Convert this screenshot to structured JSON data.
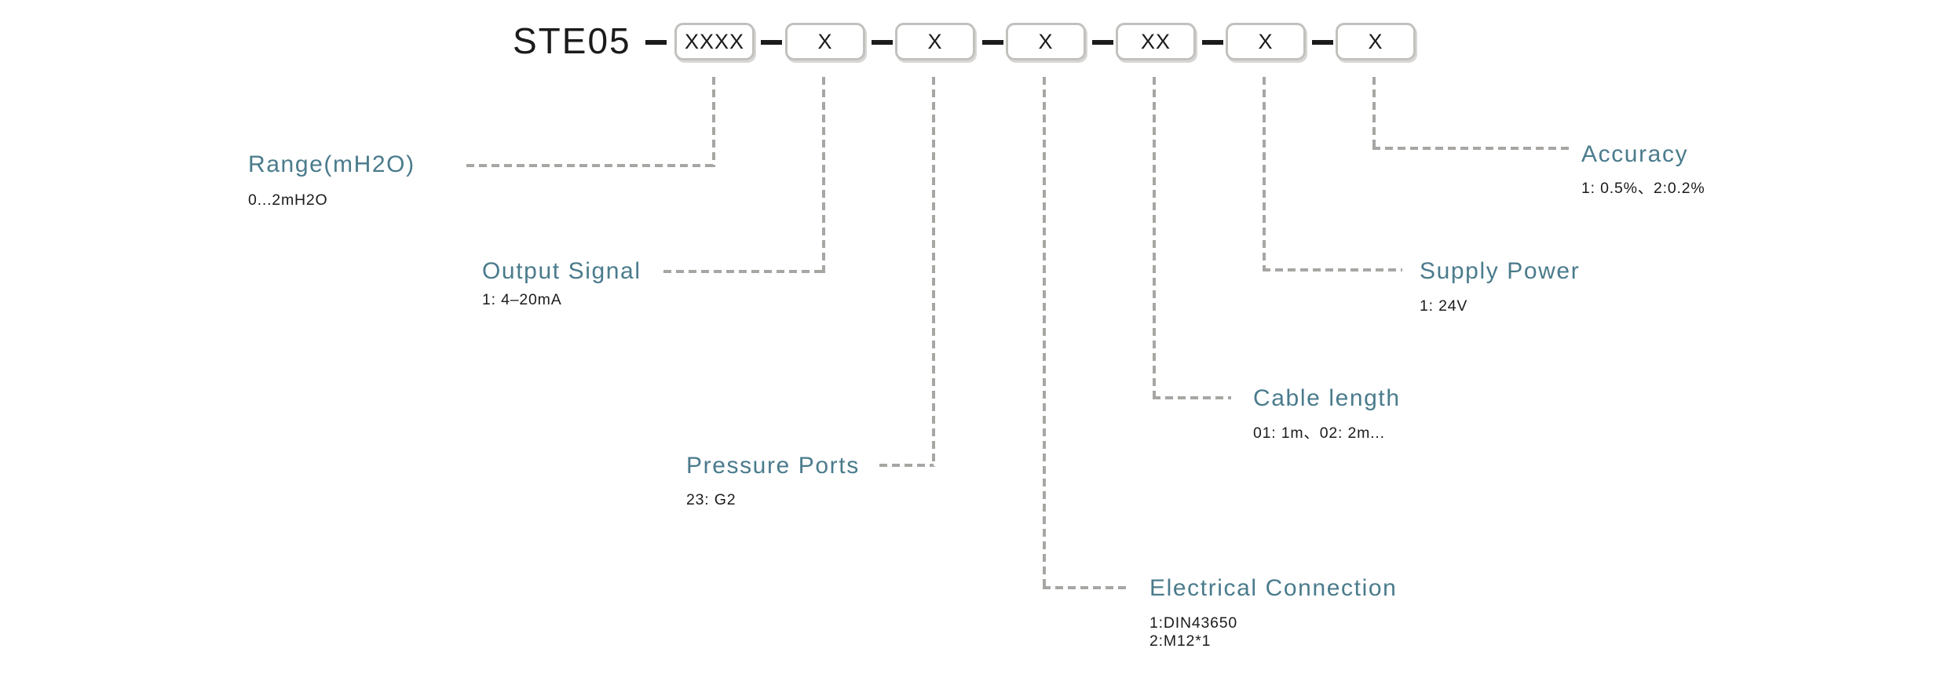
{
  "model": {
    "prefix": "STE05",
    "segments": [
      "XXXX",
      "X",
      "X",
      "X",
      "XX",
      "X",
      "X"
    ]
  },
  "fields": [
    {
      "title": "Range(mH2O)",
      "options": [
        "0...2mH2O"
      ]
    },
    {
      "title": "Output Signal",
      "options": [
        "1: 4–20mA"
      ]
    },
    {
      "title": "Pressure Ports",
      "options": [
        "23: G2"
      ]
    },
    {
      "title": "Electrical Connection",
      "options": [
        "1:DIN43650",
        "2:M12*1"
      ]
    },
    {
      "title": "Cable length",
      "options": [
        "01: 1m、02: 2m..."
      ]
    },
    {
      "title": "Supply Power",
      "options": [
        "1: 24V"
      ]
    },
    {
      "title": "Accuracy",
      "options": [
        "1: 0.5%、2:0.2%"
      ]
    }
  ],
  "colors": {
    "accent_teal": "#4a7b8c",
    "text_dark": "#1b1b1b",
    "connector_gray": "#a8a6a3",
    "box_border_gray": "#c3c1be"
  }
}
